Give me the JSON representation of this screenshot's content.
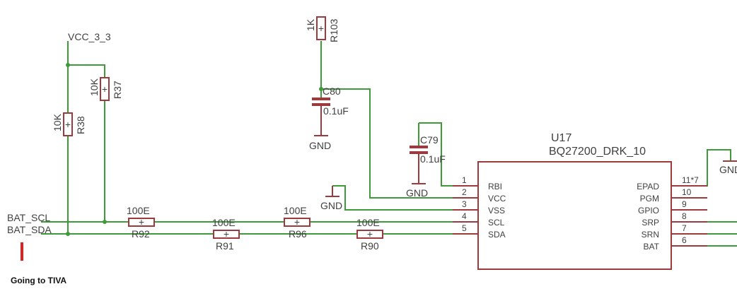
{
  "nets": {
    "vcc": "VCC_3_3",
    "bat_scl": "BAT_SCL",
    "bat_sda": "BAT_SDA"
  },
  "resistors": {
    "r37": {
      "name": "R37",
      "value": "10K"
    },
    "r38": {
      "name": "R38",
      "value": "10K"
    },
    "r103": {
      "name": "R103",
      "value": "1K"
    },
    "r92": {
      "name": "R92",
      "value": "100E"
    },
    "r91": {
      "name": "R91",
      "value": "100E"
    },
    "r96": {
      "name": "R96",
      "value": "100E"
    },
    "r90": {
      "name": "R90",
      "value": "100E"
    }
  },
  "capacitors": {
    "c80": {
      "name": "C80",
      "value": "0.1uF"
    },
    "c79": {
      "name": "C79",
      "value": "0.1uF"
    }
  },
  "grounds": [
    "GND",
    "GND",
    "GND",
    "GND"
  ],
  "ic": {
    "ref": "U17",
    "part": "BQ27200_DRK_10",
    "left_pins": [
      {
        "num": "1",
        "name": "RBI"
      },
      {
        "num": "2",
        "name": "VCC"
      },
      {
        "num": "3",
        "name": "VSS"
      },
      {
        "num": "4",
        "name": "SCL"
      },
      {
        "num": "5",
        "name": "SDA"
      }
    ],
    "right_pins": [
      {
        "num": "11*7",
        "name": "EPAD"
      },
      {
        "num": "10",
        "name": "PGM"
      },
      {
        "num": "9",
        "name": "GPIO"
      },
      {
        "num": "8",
        "name": "SRP"
      },
      {
        "num": "7",
        "name": "SRN"
      },
      {
        "num": "6",
        "name": "BAT"
      }
    ]
  },
  "note": "Going to TIVA",
  "colors": {
    "wire": "#3f9a3a",
    "part": "#9c3a3e",
    "text": "#404040",
    "marker": "#e02020"
  }
}
